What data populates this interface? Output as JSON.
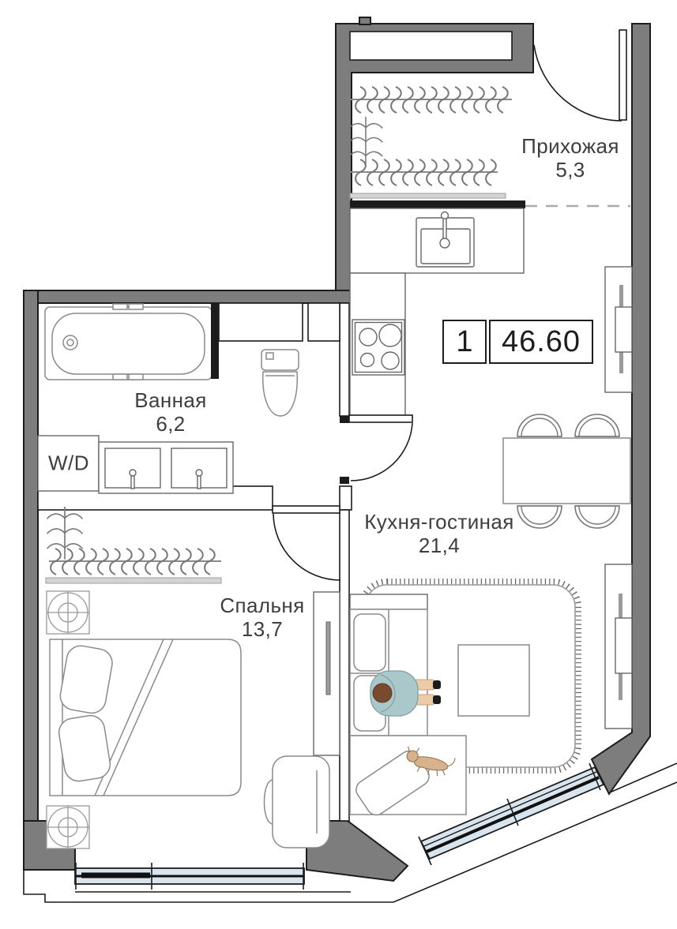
{
  "floor_plan": {
    "unit_badge": {
      "rooms_count": "1",
      "total_area": "46.60"
    },
    "rooms": [
      {
        "name": "Прихожая",
        "area": "5,3"
      },
      {
        "name": "Ванная",
        "area": "6,2"
      },
      {
        "name": "Кухня-гостиная",
        "area": "21,4"
      },
      {
        "name": "Спальня",
        "area": "13,7"
      }
    ],
    "labels": {
      "washer_dryer": "W/D"
    },
    "colors": {
      "wall_fill": "#7d7d7d",
      "outline": "#1c1c1c",
      "window_glass": "#d9e5ee",
      "label_text": "#3e3e3e"
    }
  }
}
